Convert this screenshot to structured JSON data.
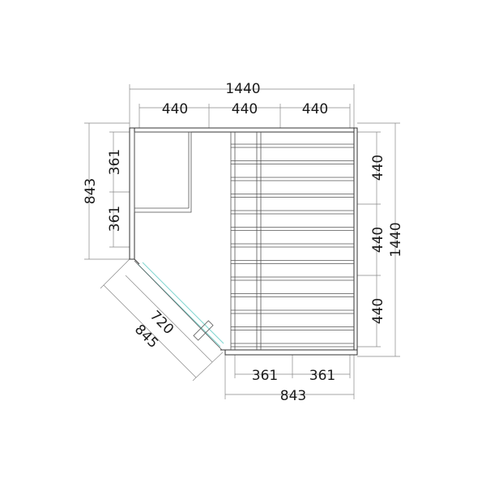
{
  "title": "Sauna floor plan",
  "dimensions": {
    "top_total": "1440",
    "top_segments": [
      "440",
      "440",
      "440"
    ],
    "right_total": "1440",
    "right_segments": [
      "440",
      "440",
      "440"
    ],
    "left_total": "843",
    "left_segments": [
      "361",
      "361"
    ],
    "bottom_total": "843",
    "bottom_segments": [
      "361",
      "361"
    ],
    "door_inner": "720",
    "door_outer": "845"
  },
  "colors": {
    "glass": "#7fd6d0",
    "lines": "#888888"
  }
}
